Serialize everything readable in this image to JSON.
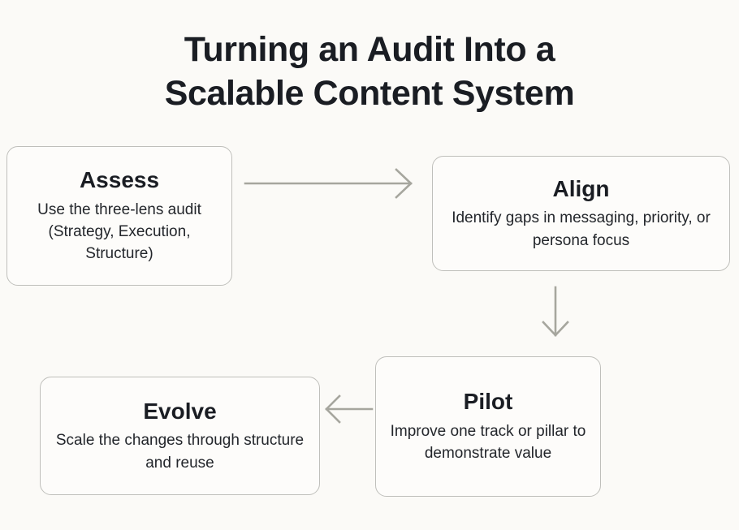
{
  "page": {
    "title_line_1": "Turning an Audit Into a",
    "title_line_2": "Scalable Content System",
    "title_full": "Turning an Audit Into a\nScalable Content System",
    "background_color": "#FBFAF7",
    "text_color": "#1A1D23",
    "node_fill_color": "#FDFCFA",
    "node_border_color": "#BFBFBB",
    "arrow_color": "#A6A69E"
  },
  "diagram": {
    "type": "cycle-flow",
    "steps": [
      {
        "id": "assess",
        "order": 1,
        "title": "Assess",
        "description": "Use the three-lens audit (Strategy, Execution, Structure)"
      },
      {
        "id": "align",
        "order": 2,
        "title": "Align",
        "description": "Identify gaps in messaging, priority, or persona focus"
      },
      {
        "id": "pilot",
        "order": 3,
        "title": "Pilot",
        "description": "Improve one track or pillar to demonstrate value"
      },
      {
        "id": "evolve",
        "order": 4,
        "title": "Evolve",
        "description": "Scale the changes through structure and reuse"
      }
    ],
    "connectors": [
      {
        "id": "assess-to-align",
        "from": "assess",
        "to": "align",
        "direction": "right"
      },
      {
        "id": "align-to-pilot",
        "from": "align",
        "to": "pilot",
        "direction": "down"
      },
      {
        "id": "pilot-to-evolve",
        "from": "pilot",
        "to": "evolve",
        "direction": "left"
      }
    ]
  }
}
